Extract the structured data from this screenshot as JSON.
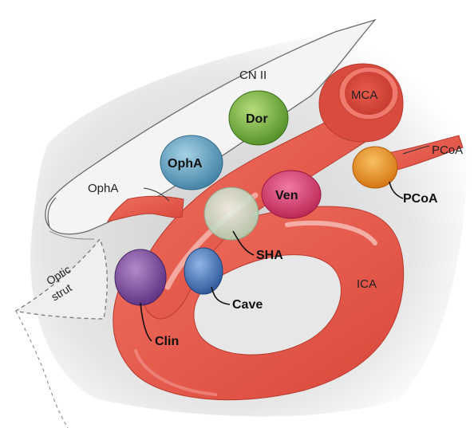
{
  "labels": {
    "cn2": "CN II",
    "mca": "MCA",
    "dor": "Dor",
    "opha_bubble": "OphA",
    "pcoa_vessel": "PCoA",
    "opha_vessel": "OphA",
    "ven": "Ven",
    "pcoa_bubble": "PCoA",
    "sha": "SHA",
    "optic": "Optic",
    "strut": "strut",
    "ica": "ICA",
    "cave": "Cave",
    "clin": "Clin"
  },
  "colors": {
    "artery": "#e8574a",
    "artery_dark": "#c63a30",
    "artery_light": "#f4a29a",
    "nerve_fill": "#f2f2f2",
    "bone_shadow": "#d9d9d9",
    "dor": "#6fae3a",
    "opha": "#5f9fc0",
    "ven": "#d63a6a",
    "pcoa": "#e88a1a",
    "sha": "#cfe0cf",
    "cave": "#3d73b8",
    "clin": "#7a4a9a"
  }
}
